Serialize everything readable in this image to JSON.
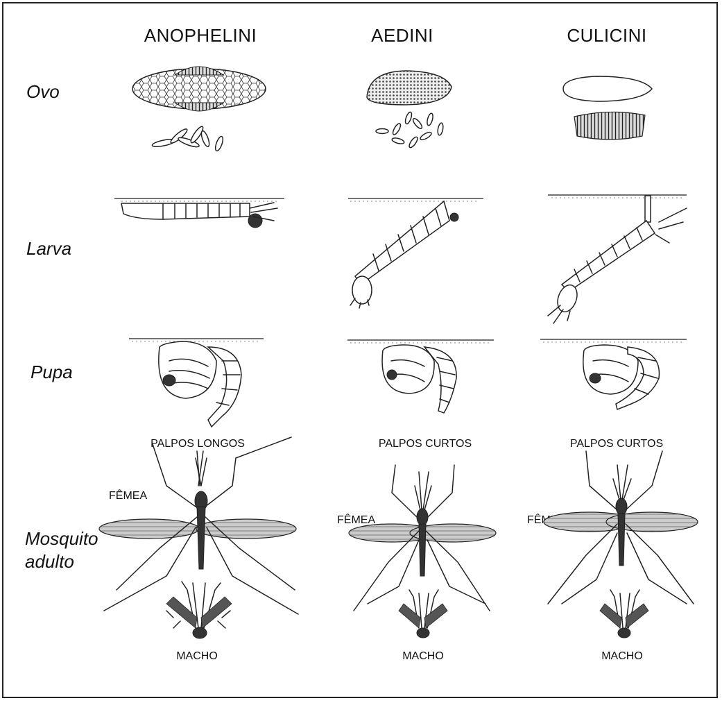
{
  "columns": [
    "ANOPHELINI",
    "AEDINI",
    "CULICINI"
  ],
  "rows": {
    "egg": "Ovo",
    "larva": "Larva",
    "pupa": "Pupa",
    "adult_line1": "Mosquito",
    "adult_line2": "adulto"
  },
  "palps": [
    "PALPOS LONGOS",
    "PALPOS  CURTOS",
    "PALPOS  CURTOS"
  ],
  "female_label": "FÊMEA",
  "male_label": "MACHO"
}
